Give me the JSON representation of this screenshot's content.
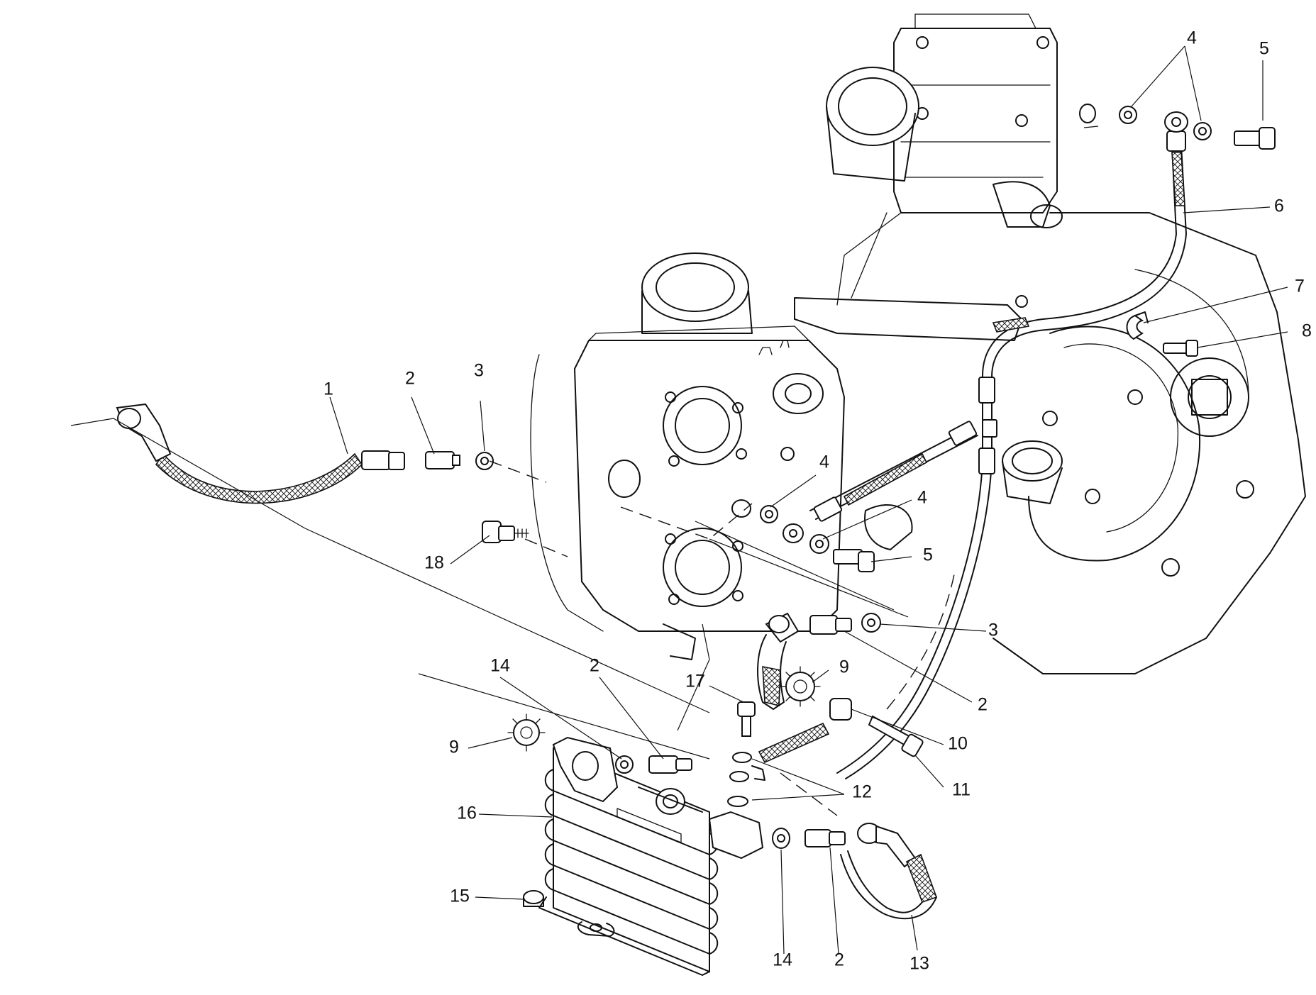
{
  "callouts": [
    {
      "id": "c1",
      "text": "1"
    },
    {
      "id": "c2a",
      "text": "2"
    },
    {
      "id": "c3a",
      "text": "3"
    },
    {
      "id": "c4a",
      "text": "4"
    },
    {
      "id": "c5a",
      "text": "5"
    },
    {
      "id": "c6",
      "text": "6"
    },
    {
      "id": "c7",
      "text": "7"
    },
    {
      "id": "c8",
      "text": "8"
    },
    {
      "id": "c4b",
      "text": "4"
    },
    {
      "id": "c4c",
      "text": "4"
    },
    {
      "id": "c5b",
      "text": "5"
    },
    {
      "id": "c18",
      "text": "18"
    },
    {
      "id": "c3b",
      "text": "3"
    },
    {
      "id": "c9a",
      "text": "9"
    },
    {
      "id": "c2b",
      "text": "2"
    },
    {
      "id": "c10",
      "text": "10"
    },
    {
      "id": "c11",
      "text": "11"
    },
    {
      "id": "c12",
      "text": "12"
    },
    {
      "id": "c17",
      "text": "17"
    },
    {
      "id": "c14a",
      "text": "14"
    },
    {
      "id": "c2c",
      "text": "2"
    },
    {
      "id": "c9b",
      "text": "9"
    },
    {
      "id": "c16",
      "text": "16"
    },
    {
      "id": "c15",
      "text": "15"
    },
    {
      "id": "c14b",
      "text": "14"
    },
    {
      "id": "c2d",
      "text": "2"
    },
    {
      "id": "c13",
      "text": "13"
    }
  ]
}
